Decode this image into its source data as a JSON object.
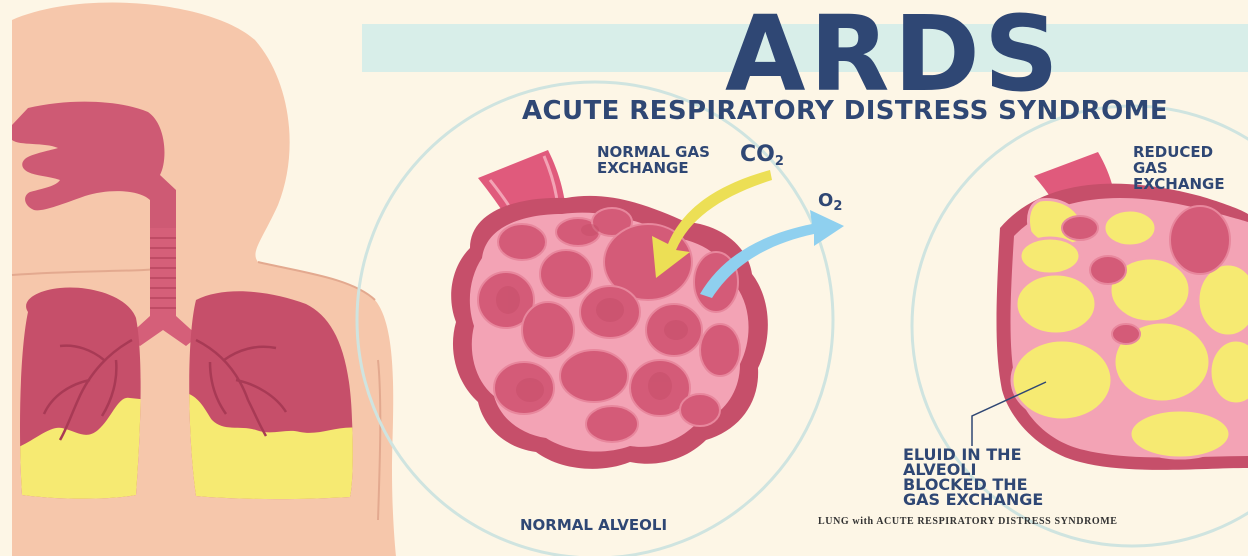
{
  "title": "ARDS",
  "subtitle": "ACUTE RESPIRATORY DISTRESS SYNDROME",
  "labels": {
    "normal_exchange": "NORMAL GAS\nEXCHANGE",
    "co2_base": "CO",
    "co2_sub": "2",
    "o2_base": "O",
    "o2_sub": "2",
    "reduced_exchange": "REDUCED GAS\nEXCHANGE",
    "fluid": "ELUID IN THE\nALVEOLI\nBLOCKED THE\nGAS EXCHANGE",
    "normal_alveoli": "NORMAL ALVEOLI",
    "lung_ards": "LUNG with ACUTE RESPIRATORY DISTRESS SYNDROME"
  },
  "colors": {
    "background": "#fdf6e6",
    "banner": "#d8eee9",
    "text": "#2f4774",
    "skin": "#f6c7ab",
    "lung": "#c64f6a",
    "alveoli_tissue": "#f3a3b5",
    "alveoli_lumen": "#d45b78",
    "fluid": "#f6ea72",
    "co2_arrow": "#ecdf55",
    "o2_arrow": "#8fd0ef"
  }
}
